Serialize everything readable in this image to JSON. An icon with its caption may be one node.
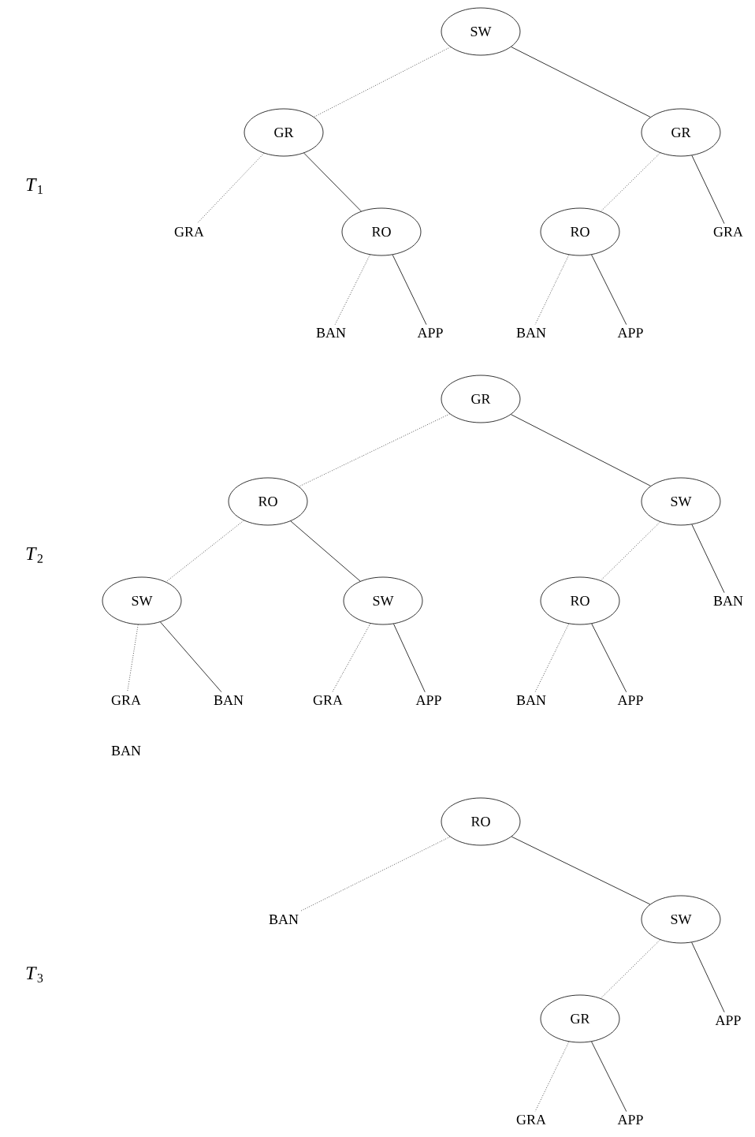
{
  "diagram": {
    "nodes": [
      {
        "text": [
          "SW"
        ]
      },
      {
        "text": [
          "GR"
        ]
      },
      {
        "text": [
          "GR"
        ]
      },
      {
        "text": [
          "GRA"
        ]
      },
      {
        "text": [
          "RO"
        ]
      },
      {
        "text": [
          "RO"
        ]
      },
      {
        "text": [
          "GRA"
        ]
      },
      {
        "text": [
          "BAN"
        ]
      },
      {
        "text": [
          "APP"
        ]
      },
      {
        "text": [
          "BAN"
        ]
      },
      {
        "text": [
          "APP"
        ]
      },
      {
        "text": [
          "GR"
        ]
      },
      {
        "text": [
          "RO"
        ]
      },
      {
        "text": [
          "SW"
        ]
      },
      {
        "text": [
          "SW"
        ]
      },
      {
        "text": [
          "SW"
        ]
      },
      {
        "text": [
          "RO"
        ]
      },
      {
        "text": [
          "BAN"
        ]
      },
      {
        "text": [
          "GRA"
        ]
      },
      {
        "text": [
          "BAN"
        ]
      },
      {
        "text": [
          "GRA"
        ]
      },
      {
        "text": [
          "APP"
        ]
      },
      {
        "text": [
          "BAN"
        ]
      },
      {
        "text": [
          "APP"
        ]
      },
      {
        "text": [
          "RO"
        ]
      },
      {
        "text": [
          "BAN"
        ]
      },
      {
        "text": [
          "SW"
        ]
      },
      {
        "text": [
          "GR"
        ]
      },
      {
        "text": [
          "APP"
        ]
      },
      {
        "text": [
          "GRA"
        ]
      },
      {
        "text": [
          "APP"
        ]
      }
    ],
    "edges": [
      {
        "from": 0,
        "to": 1,
        "arrow": "none",
        "style": "dashed"
      },
      {
        "from": 0,
        "to": 2,
        "arrow": "none"
      },
      {
        "from": 1,
        "to": 3,
        "arrow": "none",
        "style": "dashed"
      },
      {
        "from": 1,
        "to": 4,
        "arrow": "none"
      },
      {
        "from": 2,
        "to": 5,
        "arrow": "none",
        "style": "dashed"
      },
      {
        "from": 2,
        "to": 6,
        "arrow": "none"
      },
      {
        "from": 4,
        "to": 7,
        "arrow": "none",
        "style": "dashed"
      },
      {
        "from": 4,
        "to": 8,
        "arrow": "none"
      },
      {
        "from": 5,
        "to": 9,
        "arrow": "none",
        "style": "dashed"
      },
      {
        "from": 5,
        "to": 10,
        "arrow": "none"
      },
      {
        "from": 11,
        "to": 12,
        "arrow": "none",
        "style": "dashed"
      },
      {
        "from": 11,
        "to": 13,
        "arrow": "none"
      },
      {
        "from": 12,
        "to": 14,
        "arrow": "none",
        "style": "dashed"
      },
      {
        "from": 12,
        "to": 15,
        "arrow": "none"
      },
      {
        "from": 13,
        "to": 16,
        "arrow": "none",
        "style": "dashed"
      },
      {
        "from": 13,
        "to": 17,
        "arrow": "none"
      },
      {
        "from": 14,
        "to": 18,
        "arrow": "none",
        "style": "dashed"
      },
      {
        "from": 14,
        "to": 19,
        "arrow": "none"
      },
      {
        "from": 15,
        "to": 20,
        "arrow": "none",
        "style": "dashed"
      },
      {
        "from": 15,
        "to": 21,
        "arrow": "none"
      },
      {
        "from": 16,
        "to": 22,
        "arrow": "none",
        "style": "dashed"
      },
      {
        "from": 16,
        "to": 23,
        "arrow": "none"
      },
      {
        "from": 24,
        "to": 25,
        "arrow": "none",
        "style": "dashed"
      },
      {
        "from": 24,
        "to": 26,
        "arrow": "none"
      },
      {
        "from": 26,
        "to": 27,
        "arrow": "none",
        "style": "dashed"
      },
      {
        "from": 26,
        "to": 28,
        "arrow": "none"
      },
      {
        "from": 27,
        "to": 29,
        "arrow": "none",
        "style": "dashed"
      },
      {
        "from": 27,
        "to": 30,
        "arrow": "none"
      }
    ],
    "labels": [
      "*T*$_{1}$",
      "*T*$_{2}$",
      "BAN",
      "*T*$_{3}$"
    ]
  }
}
